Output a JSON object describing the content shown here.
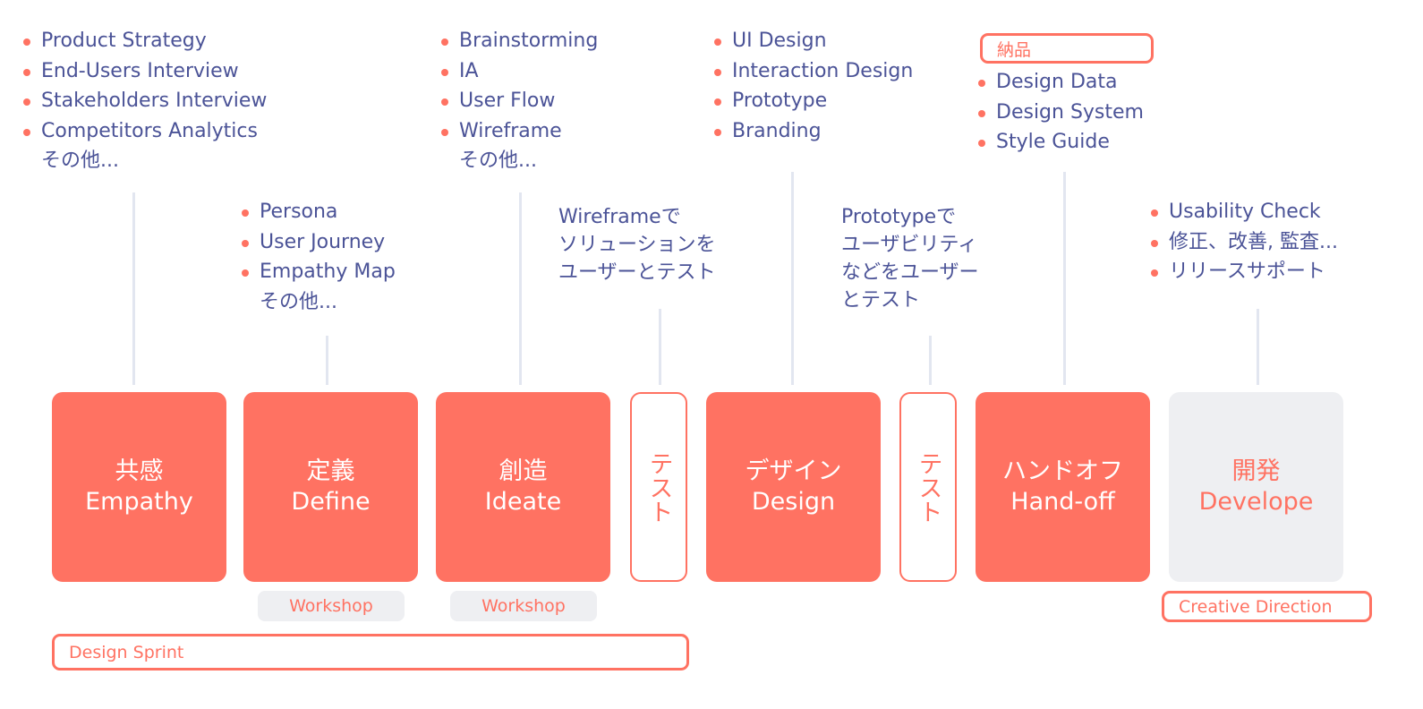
{
  "lists": {
    "empathy": {
      "items": [
        "Product Strategy",
        "End-Users Interview",
        "Stakeholders Interview",
        "Competitors Analytics"
      ],
      "more": "その他..."
    },
    "define": {
      "items": [
        "Persona",
        "User Journey",
        "Empathy Map"
      ],
      "more": "その他..."
    },
    "ideate": {
      "items": [
        "Brainstorming",
        "IA",
        "User Flow",
        "Wireframe"
      ],
      "more": "その他..."
    },
    "test1": {
      "lines": [
        "Wireframeで",
        "ソリューションを",
        "ユーザーとテスト"
      ]
    },
    "design": {
      "items": [
        "UI Design",
        "Interaction Design",
        "Prototype",
        "Branding"
      ]
    },
    "test2": {
      "lines": [
        "Prototypeで",
        "ユーザビリティ",
        "などをユーザー",
        "とテスト"
      ]
    },
    "handoff": {
      "label": "納品",
      "items": [
        "Design Data",
        "Design System",
        "Style Guide"
      ]
    },
    "develop": {
      "items": [
        "Usability Check",
        "修正、改善, 監査...",
        "リリースサポート"
      ]
    }
  },
  "stages": [
    {
      "jp": "共感",
      "en": "Empathy"
    },
    {
      "jp": "定義",
      "en": "Define"
    },
    {
      "jp": "創造",
      "en": "Ideate"
    },
    {
      "jp": "テスト"
    },
    {
      "jp": "デザイン",
      "en": "Design"
    },
    {
      "jp": "テスト"
    },
    {
      "jp": "ハンドオフ",
      "en": "Hand-off"
    },
    {
      "jp": "開発",
      "en": "Develope"
    }
  ],
  "tags": {
    "workshop1": "Workshop",
    "workshop2": "Workshop",
    "sprint": "Design Sprint",
    "creative": "Creative Direction"
  },
  "colors": {
    "accent": "#ff7262",
    "text": "#4b5397",
    "line": "#e2e6f0",
    "grey": "#eeeff2"
  }
}
